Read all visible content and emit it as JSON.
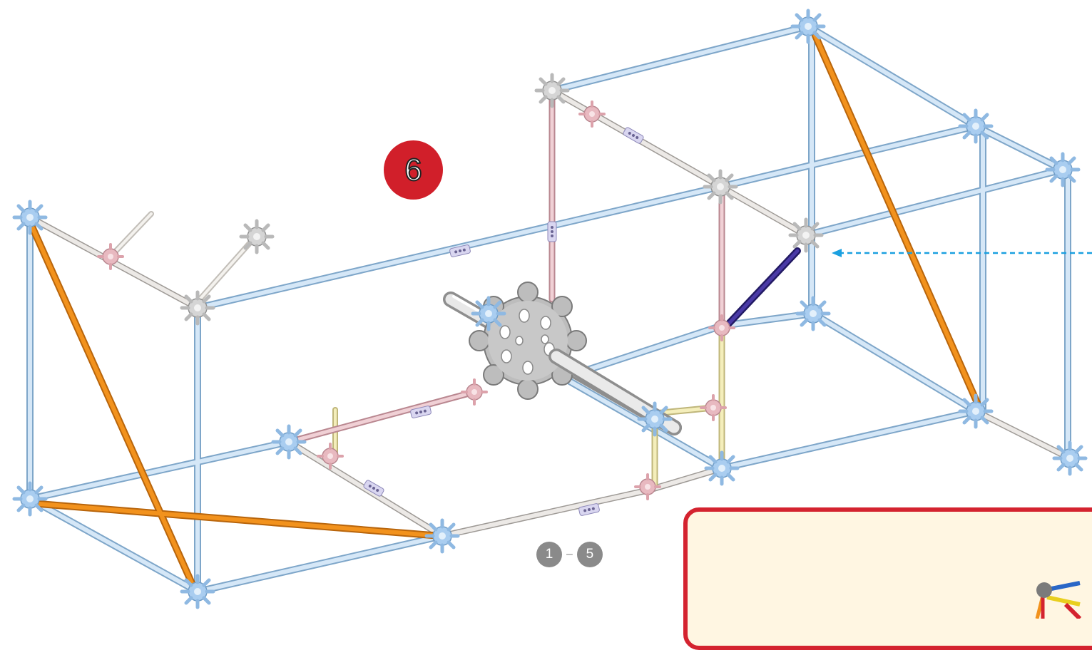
{
  "step": {
    "number": "6"
  },
  "subassembly_range": {
    "start": "1",
    "separator": "–",
    "end": "5"
  },
  "colors": {
    "badge_red": "#d11f2a",
    "inset_border": "#d4232f",
    "inset_bg": "#fff6e2",
    "rod_blue": "#bcd7ef",
    "rod_white": "#ece9e6",
    "rod_orange": "#f2921d",
    "rod_purple": "#3a2d8c",
    "rod_yellow": "#f4eebb",
    "connector_blue": "#a9cdf0",
    "connector_pink": "#e8b9c0",
    "connector_gray": "#c9c9c9",
    "arrow_blue": "#1ba0e0"
  },
  "icons": [
    "gear-wheel-icon",
    "connector-icon",
    "dashed-arrow-icon"
  ]
}
